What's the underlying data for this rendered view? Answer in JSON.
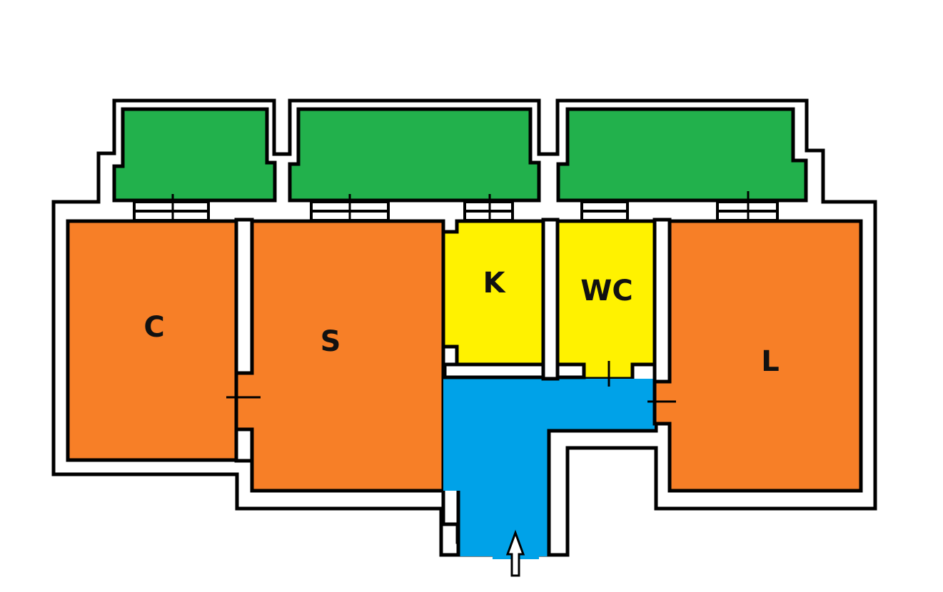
{
  "rooms": {
    "c": {
      "label": "C"
    },
    "s": {
      "label": "S"
    },
    "k": {
      "label": "K"
    },
    "wc": {
      "label": "WC"
    },
    "l": {
      "label": "L"
    }
  },
  "colors": {
    "bedroom": "#f77f27",
    "service": "#fff200",
    "hall": "#00a2e8",
    "balcony": "#22b14c",
    "wall": "#000000",
    "background": "#ffffff"
  },
  "icons": {
    "entrance": "up-arrow-icon"
  }
}
